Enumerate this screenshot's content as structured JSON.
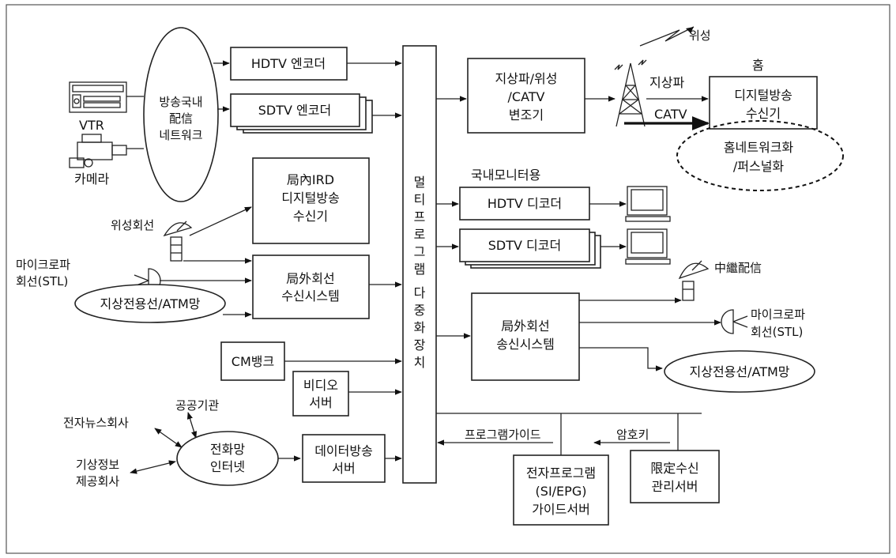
{
  "diagram": {
    "nodes": {
      "vtr": "VTR",
      "camera": "카메라",
      "domestic_network": [
        "방송국내",
        "配信",
        "네트워크"
      ],
      "hdtv_encoder": "HDTV 엔코더",
      "sdtv_encoder": "SDTV 엔코더",
      "ird_receiver": [
        "局內IRD",
        "디지털방송",
        "수신기"
      ],
      "satellite_line": "위성회선",
      "microwave_line_in": [
        "마이크로파",
        "회선(STL)"
      ],
      "external_receive": [
        "局外회선",
        "수신시스템"
      ],
      "terrestrial_atm_in": "지상전용선/ATM망",
      "cm_bank": "CM뱅크",
      "video_server": [
        "비디오",
        "서버"
      ],
      "public_agency": "공공기관",
      "electronic_news": "전자뉴스회사",
      "weather_info": [
        "기상정보",
        "제공회사"
      ],
      "phone_internet": [
        "전화망",
        "인터넷"
      ],
      "data_broadcast_server": [
        "데이터방송",
        "서버"
      ],
      "multiplexer_top": [
        "멀",
        "티",
        "프",
        "로",
        "그",
        "램"
      ],
      "multiplexer_bottom": [
        "다",
        "중",
        "화",
        "장",
        "치"
      ],
      "modulator": [
        "지상파/위성",
        "/CATV",
        "변조기"
      ],
      "satellite": "위성",
      "terrestrial": "지상파",
      "catv": "CATV",
      "home": "홈",
      "home_receiver": [
        "디지털방송",
        "수신기"
      ],
      "home_network": [
        "홈네트워크화",
        "/퍼스널화"
      ],
      "domestic_monitor": "국내모니터용",
      "hdtv_decoder": "HDTV 디코더",
      "sdtv_decoder": "SDTV 디코더",
      "relay_distribution": "中繼配信",
      "external_transmit": [
        "局外회선",
        "송신시스템"
      ],
      "microwave_line_out": [
        "마이크로파",
        "회선(STL)"
      ],
      "terrestrial_atm_out": "지상전용선/ATM망",
      "program_guide": "프로그램가이드",
      "epg_server": [
        "전자프로그램",
        "(SI/EPG)",
        "가이드서버"
      ],
      "encryption_key": "암호키",
      "conditional_access": [
        "限定수신",
        "관리서버"
      ]
    }
  }
}
